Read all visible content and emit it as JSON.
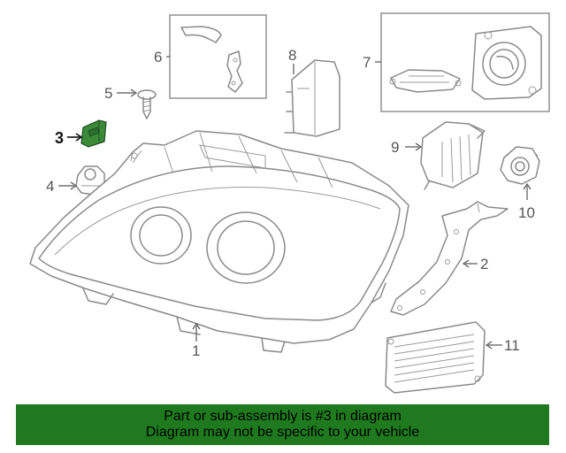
{
  "diagram": {
    "callouts": [
      {
        "number": "1",
        "part": "headlamp-assembly"
      },
      {
        "number": "2",
        "part": "mounting-bracket"
      },
      {
        "number": "3",
        "part": "clip",
        "highlighted": true
      },
      {
        "number": "4",
        "part": "adjuster"
      },
      {
        "number": "5",
        "part": "screw"
      },
      {
        "number": "6",
        "part": "brackets"
      },
      {
        "number": "7",
        "part": "ballast-and-cap"
      },
      {
        "number": "8",
        "part": "control-module"
      },
      {
        "number": "9",
        "part": "igniter"
      },
      {
        "number": "10",
        "part": "cap"
      },
      {
        "number": "11",
        "part": "cooling-module"
      }
    ],
    "highlight_color": "#3a8a3a"
  },
  "banner": {
    "line1": "Part or sub-assembly is #3 in diagram",
    "line2": "Diagram may not be specific to your vehicle",
    "background_color": "#1f7a1f"
  }
}
